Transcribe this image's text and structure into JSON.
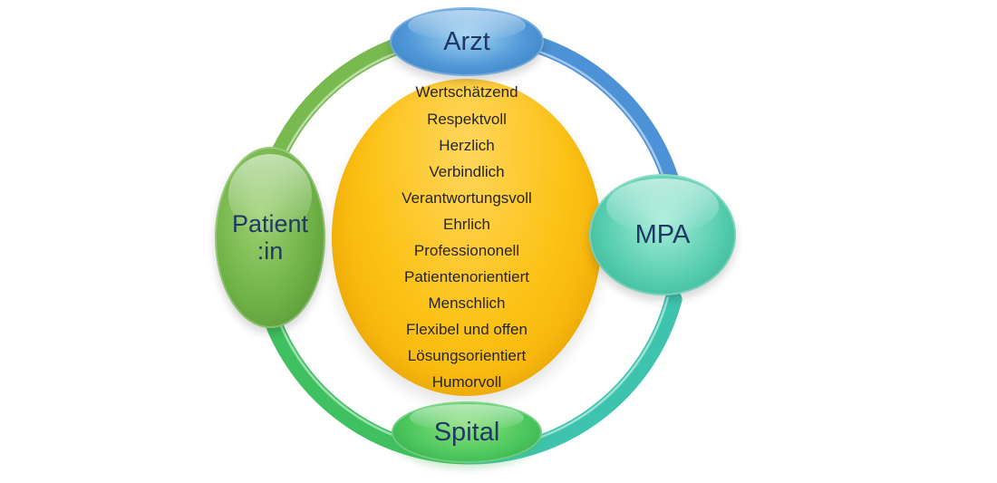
{
  "nodes": {
    "top": {
      "label": "Arzt"
    },
    "left": {
      "line1": "Patient",
      "line2": ":in"
    },
    "right": {
      "label": "MPA"
    },
    "bottom": {
      "label": "Spital"
    }
  },
  "center": {
    "items": [
      "Wertschätzend",
      "Respektvoll",
      "Herzlich",
      "Verbindlich",
      "Verantwortungsvoll",
      "Ehrlich",
      "Professiononell",
      "Patientenorientiert",
      "Menschlich",
      "Flexibel und offen",
      "Lösungsorientiert",
      "Humorvoll"
    ]
  },
  "colors": {
    "label-navy": "#1f3864",
    "list-text": "#262626",
    "arc-green-tl": "#79ba50",
    "arc-blue": "#4d92d6",
    "arc-teal": "#3ec4ae",
    "arc-green-bl": "#3fc162",
    "arzt-light": "#a3d3f3",
    "arzt-mid": "#4f97d7",
    "arzt-dark": "#3679bd",
    "patient-light": "#9ed173",
    "patient-mid": "#6fb246",
    "patient-dark": "#4f8c33",
    "mpa-light": "#a5ecd8",
    "mpa-mid": "#55ccae",
    "mpa-dark": "#2fa98a",
    "spital-light": "#8fdf7e",
    "spital-mid": "#4dc85e",
    "spital-dark": "#2fa246",
    "center-light": "#ffd65c",
    "center-mid": "#fcc216",
    "center-dark": "#f0a800"
  }
}
